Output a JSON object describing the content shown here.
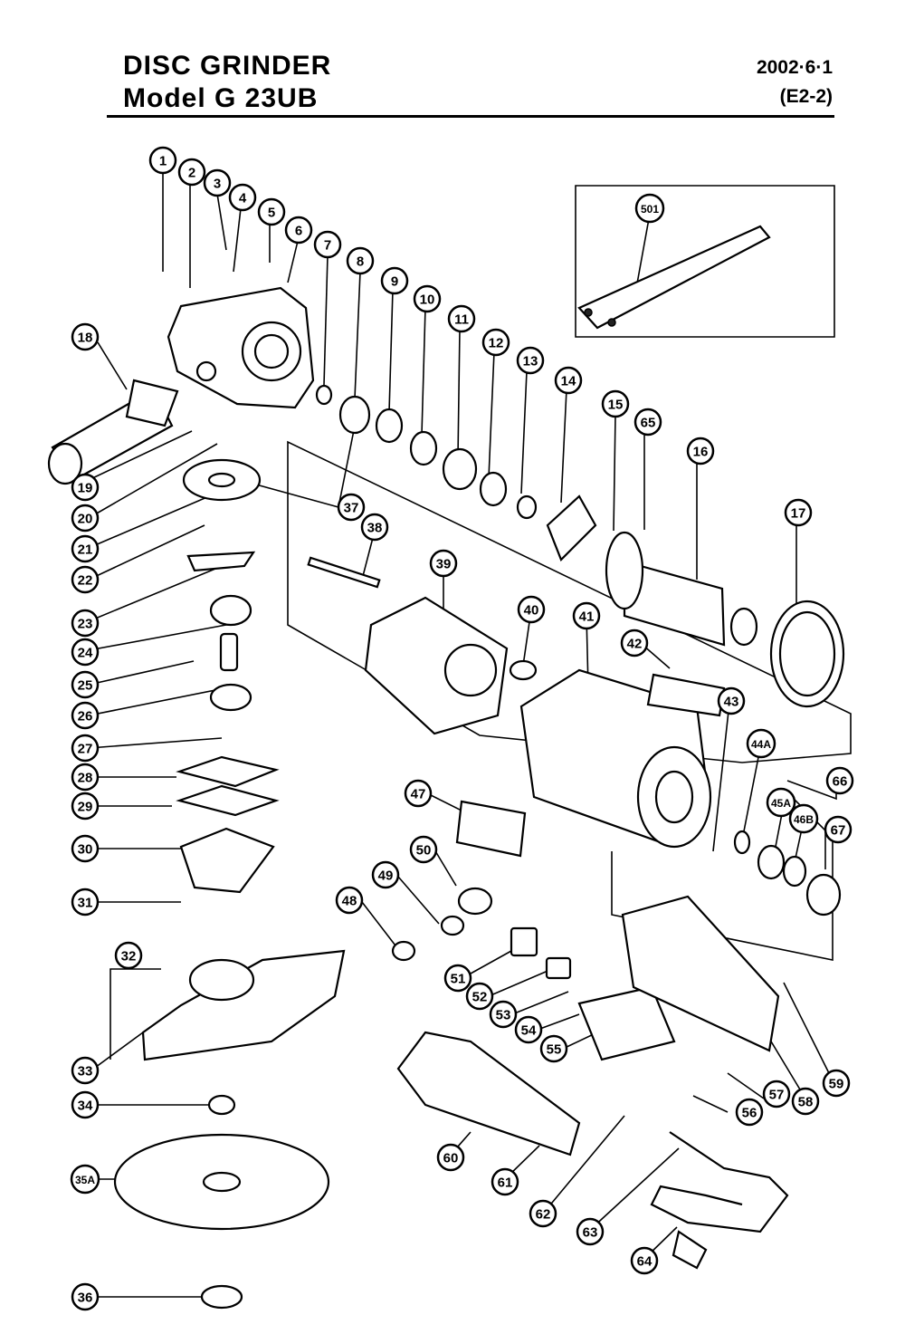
{
  "header": {
    "title": "DISC  GRINDER",
    "model": "Model  G  23UB",
    "date": "2002·6·1",
    "code": "(E2-2)"
  },
  "parts": [
    "1",
    "2",
    "3",
    "4",
    "5",
    "6",
    "7",
    "8",
    "9",
    "10",
    "11",
    "12",
    "13",
    "14",
    "15",
    "16",
    "17",
    "18",
    "19",
    "20",
    "21",
    "22",
    "23",
    "24",
    "25",
    "26",
    "27",
    "28",
    "29",
    "30",
    "31",
    "32",
    "33",
    "34",
    "35A",
    "36",
    "37",
    "38",
    "39",
    "40",
    "41",
    "42",
    "43",
    "44A",
    "45A",
    "46B",
    "47",
    "48",
    "49",
    "50",
    "51",
    "52",
    "53",
    "54",
    "55",
    "56",
    "57",
    "58",
    "59",
    "60",
    "61",
    "62",
    "63",
    "64",
    "65",
    "66",
    "67",
    "501"
  ]
}
